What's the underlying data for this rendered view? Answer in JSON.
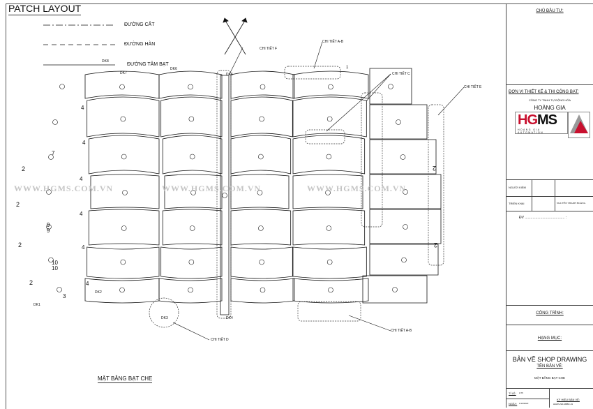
{
  "title": "PATCH LAYOUT",
  "legend": [
    {
      "label": "ĐƯỜNG CẮT",
      "style": "dash-dot"
    },
    {
      "label": "ĐƯỜNG HÀN",
      "style": "dashed"
    },
    {
      "label": "ĐƯỜNG TÂM BẠT",
      "style": "solid"
    }
  ],
  "drawing": {
    "anchors": [
      "DK8",
      "DK7",
      "DK6",
      "DK5",
      "DK4",
      "DK3",
      "DK2",
      "DK1"
    ],
    "callouts": {
      "f": "CHI TIẾT F",
      "ab_top": "CHI TIẾT A-B",
      "c": "CHI TIẾT C",
      "e": "CHI TIẾT E",
      "d": "CHI TIẾT D",
      "ab_bottom": "CHI TIẾT A-B"
    },
    "outer_edge_labels": [
      "2",
      "2",
      "2",
      "2",
      "2",
      "2"
    ],
    "seam_labels": [
      "4",
      "4",
      "4",
      "4",
      "4",
      "4",
      "7",
      "9",
      "9",
      "10",
      "10",
      "3",
      "1"
    ],
    "watermark": "WWW.HGMS.COM.VN",
    "plan_title": "MẶT BẰNG BẠT CHE"
  },
  "title_block": {
    "owner_label": "CHỦ ĐẦU TƯ:",
    "designer_label": "ĐƠN VỊ THIẾT KẾ & THI CÔNG BẠT:",
    "company_line": "CÔNG TY TNHH TỰ ĐỘNG HÓA",
    "company_name": "HOÀNG GIA",
    "logo_text": "HGMS",
    "logo_sub": "HOANG GIA AUTOMATION",
    "checker_label": "NGƯỜI KIỂM",
    "drafter_label": "TRIỂN KHAI",
    "drafter_name": "NGUYỄN THANH HOÀNG",
    "dv_label": "ĐV ......................................... :",
    "project_label": "CÔNG TRÌNH:",
    "item_label": "HẠNG MỤC:",
    "drawing_type": "BẢN VẼ SHOP DRAWING",
    "drawing_name_label": "TÊN BẢN VẼ:",
    "drawing_name": "MẶT BẰNG BẠT CHE",
    "scale_label": "TỈ LỆ:",
    "scale_value": "1/75",
    "date_label": "NGÀY:",
    "date_value": "1/10/2020",
    "code_label": "KÝ HIỆU BẢN VẼ:",
    "code_value": "HGMS-SD-MBBC-01"
  },
  "colors": {
    "line": "#111111",
    "accent": "#c8102e",
    "watermark": "#bbbbbb"
  }
}
